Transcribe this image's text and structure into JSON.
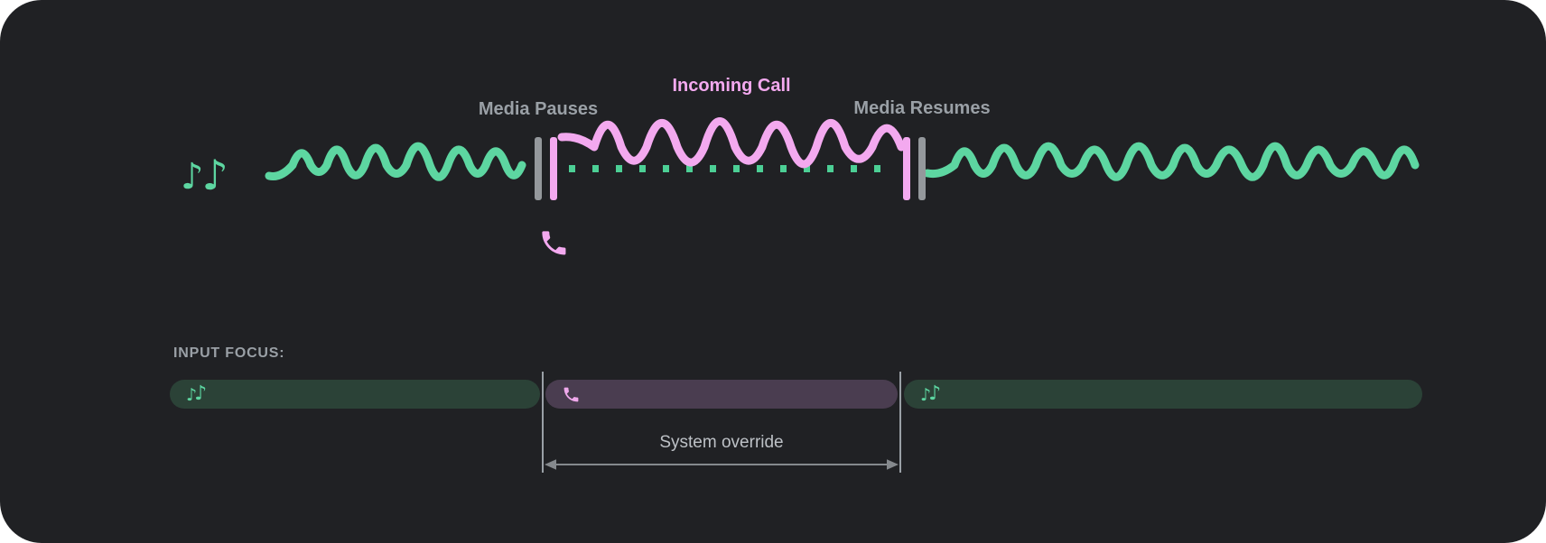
{
  "timeline": {
    "media_pauses_label": "Media Pauses",
    "incoming_call_label": "Incoming Call",
    "media_resumes_label": "Media Resumes"
  },
  "input_focus": {
    "heading": "INPUT FOCUS:",
    "segments": [
      {
        "type": "media",
        "icon": "music-notes"
      },
      {
        "type": "call",
        "icon": "phone"
      },
      {
        "type": "media",
        "icon": "music-notes"
      }
    ],
    "system_override_label": "System override"
  },
  "icons": {
    "note_glyph": "♪",
    "phone_icon": "phone"
  },
  "colors": {
    "card_background": "#202124",
    "media_green": "#5dd6a1",
    "paused_dotted_green": "#4ccf95",
    "media_pill_green": "#2b4237",
    "call_pink": "#f3a9ef",
    "call_pill_purple": "#4a3d50",
    "label_gray": "#9aa0a6",
    "override_label_gray": "#bdc1c6",
    "marker_gray": "#94989c"
  }
}
